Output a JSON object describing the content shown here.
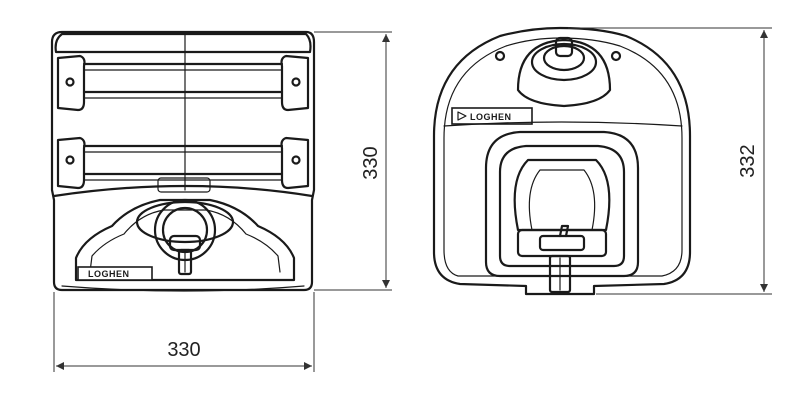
{
  "dimensions": {
    "front_height": "330",
    "front_width": "330",
    "side_height": "332"
  },
  "logo": {
    "front_text": "LOGHEN",
    "side_text": "LOGHEN"
  },
  "colors": {
    "line": "#1a1a1a",
    "background": "#ffffff"
  }
}
